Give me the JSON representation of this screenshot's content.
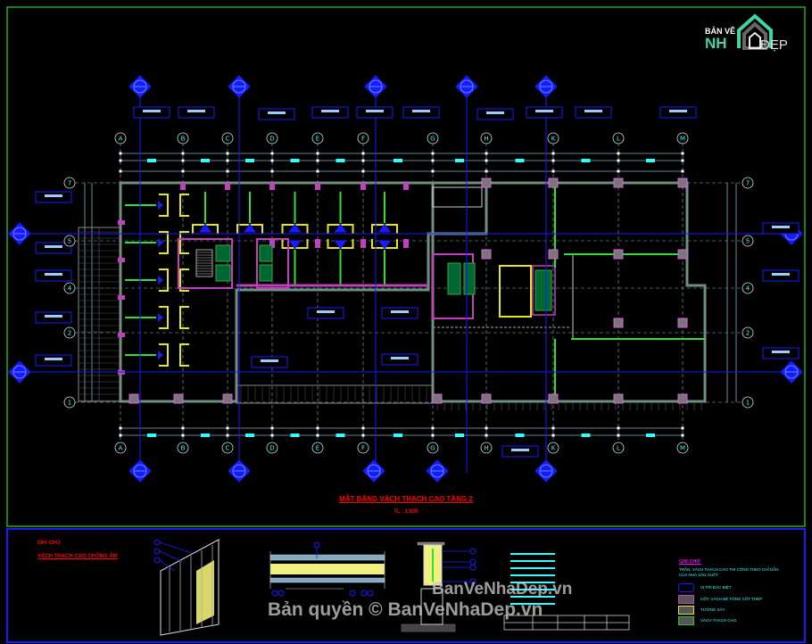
{
  "logo": {
    "line1": "BẢN VẼ",
    "line2": "NH",
    "line3": "ĐẸP"
  },
  "drawing": {
    "title": "MẶT BẰNG VÁCH THẠCH CAO TẦNG 2",
    "scale": "TL : 1/100",
    "column_axes": [
      "A",
      "B",
      "C",
      "D",
      "E",
      "F",
      "G",
      "H",
      "K",
      "L",
      "M"
    ],
    "row_axes": [
      "7",
      "5",
      "4",
      "2",
      "1"
    ]
  },
  "details": {
    "heading": "GHI CHÚ",
    "subheading": "VÁCH THẠCH CAO CHỐNG ẨM"
  },
  "legend": {
    "heading": "GHI CHÚ:",
    "note": "TRẦN, VÁCH THẠCH CAO THI CÔNG THEO CHỈ DẪN CỦA NHÀ SẢN XUẤT",
    "items": [
      {
        "label": "VỊ TRÍ ĐẶC BIỆT",
        "color": "#1a1aff"
      },
      {
        "label": "CỘT, VÁCH BÊ TÔNG CỐT THÉP",
        "color": "#c040c0"
      },
      {
        "label": "TƯỜNG XÂY",
        "color": "#e6e61a"
      },
      {
        "label": "VÁCH THẠCH CAO",
        "color": "#30c030"
      }
    ]
  },
  "watermark": {
    "line1": "BanVeNhaDep.vn",
    "line2": "Bản quyền © BanVeNhaDep.vn"
  },
  "colors": {
    "frame": "#1fae1f",
    "axis": "#1a1aff",
    "wall": "#6f8f80",
    "column": "#c040c0",
    "partition": "#30e030",
    "door": "#e6e61a",
    "dim": "#7fb0c0",
    "text_cyan": "#33ffff"
  }
}
